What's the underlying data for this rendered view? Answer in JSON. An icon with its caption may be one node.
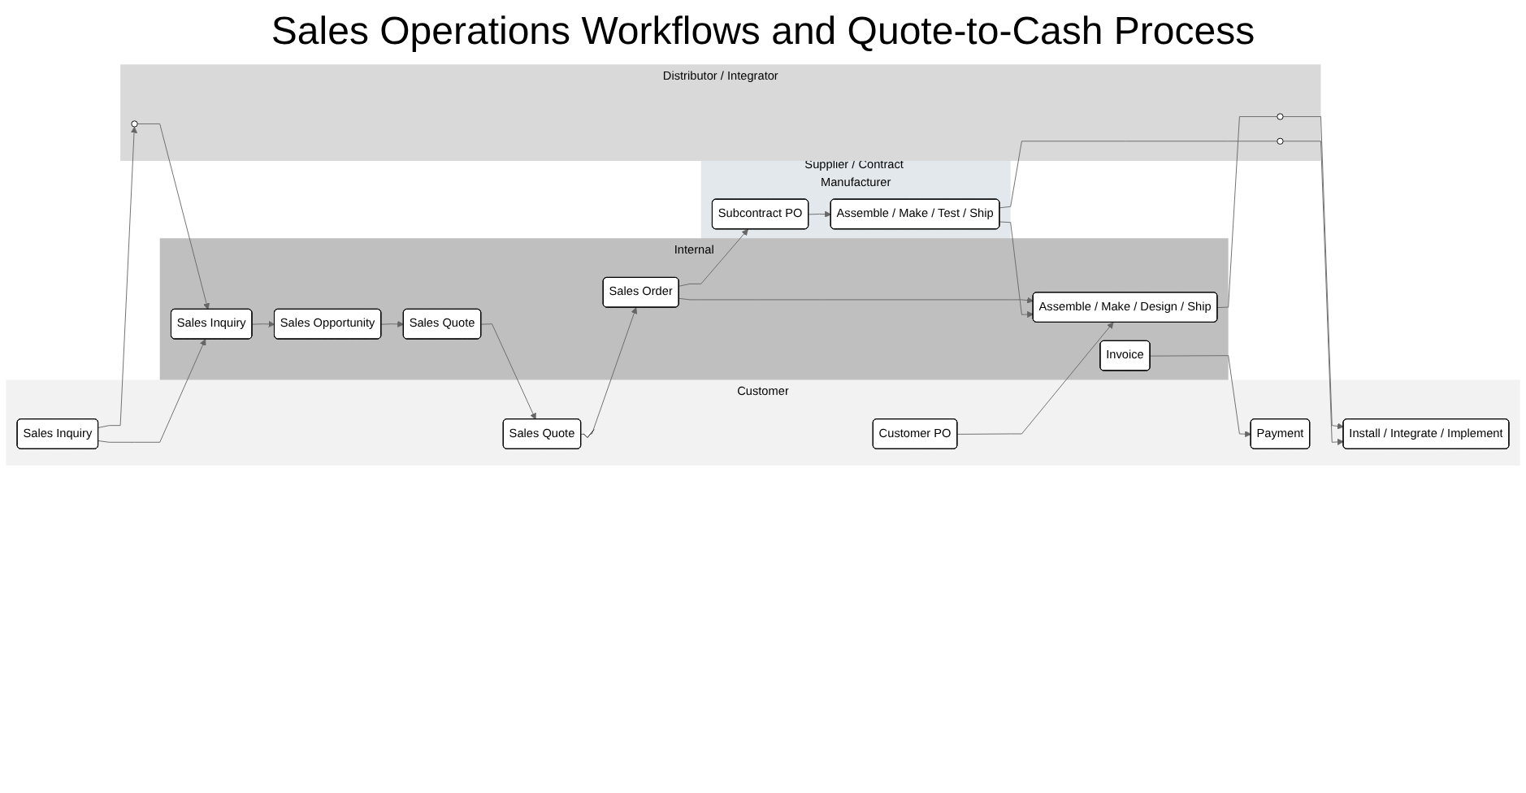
{
  "diagram": {
    "title": "Sales Operations Workflows and Quote-to-Cash Process",
    "nodes": [
      {
        "text": [
          "Customer"
        ]
      },
      {
        "text": [
          "Sales Inquiry"
        ],
        "in": 0
      },
      {
        "text": [
          "Sales Quote"
        ],
        "in": 0
      },
      {
        "text": [
          "Customer PO"
        ],
        "in": 0
      },
      {
        "text": [
          "Install / Integrate / Implement"
        ],
        "in": 0
      },
      {
        "text": [
          "Payment"
        ],
        "in": 0
      },
      {
        "text": [
          "Distributor / Integrator"
        ]
      },
      {
        "text": [],
        "shape": "circle",
        "in": 6
      },
      {
        "text": [],
        "shape": "circle",
        "in": 6
      },
      {
        "text": [],
        "shape": "circle",
        "in": 6
      },
      {
        "text": [
          "Internal"
        ]
      },
      {
        "text": [
          "Sales Inquiry"
        ],
        "in": 10
      },
      {
        "text": [
          "Sales Opportunity"
        ],
        "in": 10
      },
      {
        "text": [
          "Sales Quote"
        ],
        "in": 10
      },
      {
        "text": [
          "Sales Order"
        ],
        "in": 10
      },
      {
        "text": [
          "Assemble / Make / Design / Ship"
        ],
        "in": 10
      },
      {
        "text": [
          "Invoice"
        ],
        "in": 10
      },
      {
        "text": [
          "Supplier / Contract Manufacturer"
        ]
      },
      {
        "text": [
          "Subcontract PO"
        ],
        "in": 17
      },
      {
        "text": [
          "Assemble / Make / Test / Ship"
        ],
        "in": 17
      }
    ],
    "edges": [
      {
        "from": 1,
        "to": 11,
        "arrow": "to"
      },
      {
        "from": 1,
        "to": 7,
        "arrow": "to"
      },
      {
        "from": 7,
        "to": 11,
        "arrow": "to"
      },
      {
        "from": 11,
        "to": 12,
        "arrow": "to"
      },
      {
        "from": 12,
        "to": 13,
        "arrow": "to"
      },
      {
        "from": 13,
        "to": 2,
        "arrow": "to"
      },
      {
        "from": 2,
        "to": 14,
        "arrow": "to"
      },
      {
        "from": 14,
        "to": 15,
        "arrow": "to"
      },
      {
        "from": 3,
        "to": 15,
        "arrow": "to"
      },
      {
        "from": 15,
        "to": 8,
        "arrow": "none"
      },
      {
        "from": 8,
        "to": 4,
        "arrow": "to"
      },
      {
        "from": 19,
        "to": 9,
        "arrow": "none"
      },
      {
        "from": 9,
        "to": 4,
        "arrow": "to"
      },
      {
        "from": 14,
        "to": 18,
        "arrow": "to"
      },
      {
        "from": 18,
        "to": 19,
        "arrow": "to"
      },
      {
        "from": 19,
        "to": 15,
        "arrow": "to"
      },
      {
        "from": 16,
        "to": 5,
        "arrow": "to"
      }
    ]
  }
}
